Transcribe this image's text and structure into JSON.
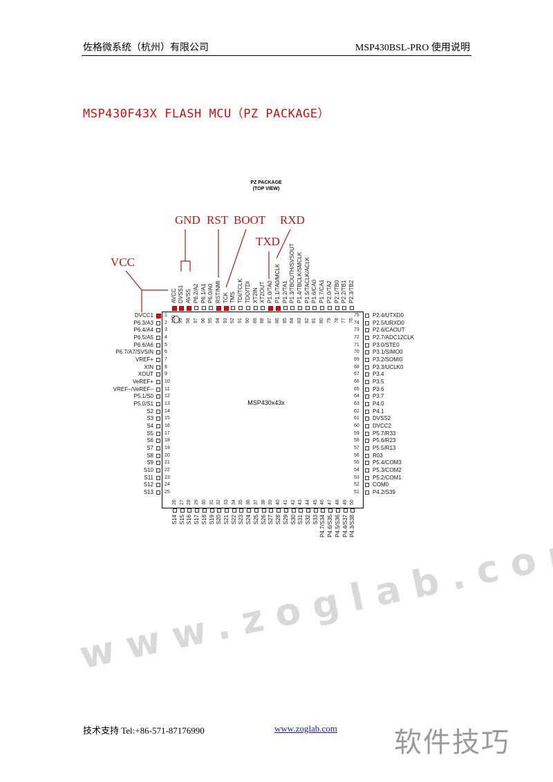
{
  "header": {
    "left": "佐格微系统（杭州）有限公司",
    "right": "MSP430BSL-PRO  使用说明"
  },
  "title": "MSP430F43X FLASH MCU（PZ PACKAGE）",
  "diagram": {
    "package_line1": "PZ PACKAGE",
    "package_line2": "(TOP VIEW)",
    "chip_name": "MSP430x43x",
    "annotations": {
      "vcc": "VCC",
      "gnd": "GND",
      "rst": "RST",
      "boot": "BOOT",
      "rxd": "RXD",
      "txd": "TXD"
    },
    "highlight_color": "#d01010",
    "highlighted_pins": [
      1,
      100,
      99,
      98,
      94,
      93,
      87,
      86
    ],
    "left_pins": [
      "DVCC1",
      "P6.3/A3",
      "P6.4/A4",
      "P6.5/A5",
      "P6.6/A6",
      "P6.7/A7/SVSIN",
      "VREF+",
      "XIN",
      "XOUT",
      "VeREF+",
      "VREF−/VeREF−",
      "P5.1/S0",
      "P5.0/S1",
      "S2",
      "S3",
      "S4",
      "S5",
      "S6",
      "S7",
      "S8",
      "S9",
      "S10",
      "S11",
      "S12",
      "S13"
    ],
    "bottom_pins": [
      "S14",
      "S15",
      "S16",
      "S17",
      "S18",
      "S19",
      "S20",
      "S21",
      "S22",
      "S23",
      "S24",
      "S25",
      "S26",
      "S27",
      "S28",
      "S29",
      "S30",
      "S31",
      "S32",
      "S33",
      "P4.7/S34",
      "P4.6/S35",
      "P4.5/S36",
      "P4.4/S37",
      "P4.3/S38"
    ],
    "right_pins": [
      "P4.2/S39",
      "COM0",
      "P5.2/COM1",
      "P5.3/COM2",
      "P5.4/COM3",
      "R03",
      "P5.5/R13",
      "P5.6/R23",
      "P5.7/R33",
      "DVCC2",
      "DVSS2",
      "P4.1",
      "P4.0",
      "P3.7",
      "P3.6",
      "P3.5",
      "P3.4",
      "P3.3/UCLK0",
      "P3.2/SOMI0",
      "P3.1/SIMO0",
      "P3.0/STE0",
      "P2.7/ADC12CLK",
      "P2.6/CAOUT",
      "P2.5/URXD0",
      "P2.4/UTXD0"
    ],
    "top_pins": [
      "P2.3/TB2",
      "P2.2/TB1",
      "P2.1/TB0",
      "P2.0/TA2",
      "P1.7/CA1",
      "P1.6/CA0",
      "P1.5/TACLK/ACLK",
      "P1.4/TBCLK/SMCLK",
      "P1.3/TBOUTH/SVSOUT",
      "P1.2/TA1",
      "P1.1/TA0/MCLK",
      "P1.0/TA0",
      "XT2OUT",
      "XT2IN",
      "TDO/TDI",
      "TDI/TCLK",
      "TMS",
      "TCK",
      "RST/NMI",
      "P6.0/A0",
      "P6.1/A1",
      "P6.2/A2",
      "AVSS",
      "DVSS1",
      "AVCC"
    ]
  },
  "watermark": "www.zoglab.com",
  "footer": {
    "support": "技术支持 Tel:+86-571-87176990",
    "link": "www.zoglab.com"
  },
  "corner_mark": "软件技巧"
}
